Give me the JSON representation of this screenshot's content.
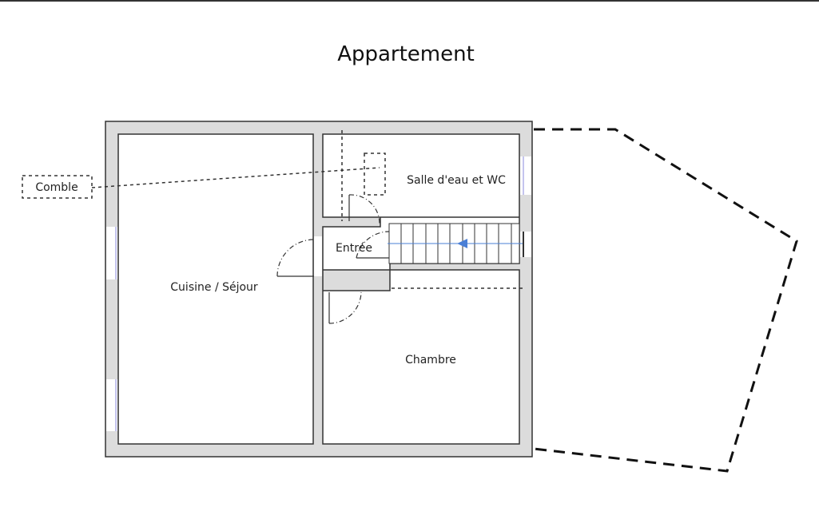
{
  "title": "Appartement",
  "rooms": {
    "comble": "Comble",
    "salle": "Salle d'eau et WC",
    "entree": "Entrée",
    "sejour": "Cuisine / Séjour",
    "chambre": "Chambre"
  },
  "colors": {
    "wall": "#d9d9d9",
    "stroke": "#333333",
    "stair_arrow": "#4a7fd6",
    "window": "#8888dd"
  }
}
